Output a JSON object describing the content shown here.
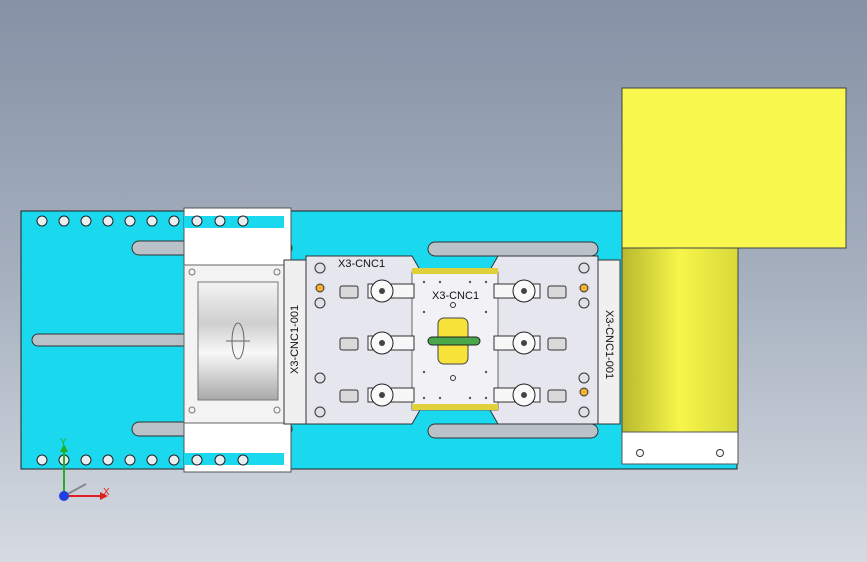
{
  "viewport": {
    "background_top": "#8592a5",
    "background_bottom": "#d6dbe2"
  },
  "colors": {
    "base_plate": "#1ad9ee",
    "fixture": "#e6e6ef",
    "clamp_block": "#ffffff",
    "yellow_block": "#f8f84e",
    "slot": "#b9c1c9",
    "outline": "#222222"
  },
  "labels": {
    "fixture_top_left": "X3-CNC1",
    "fixture_center": "X3-CNC1",
    "left_block": "X3-CNC1-001",
    "right_block": "X3-CNC1-001"
  },
  "triad": {
    "x_label": "X",
    "y_label": "Y",
    "x_color": "#e02020",
    "y_color": "#20b020",
    "z_color": "#2040e0"
  }
}
